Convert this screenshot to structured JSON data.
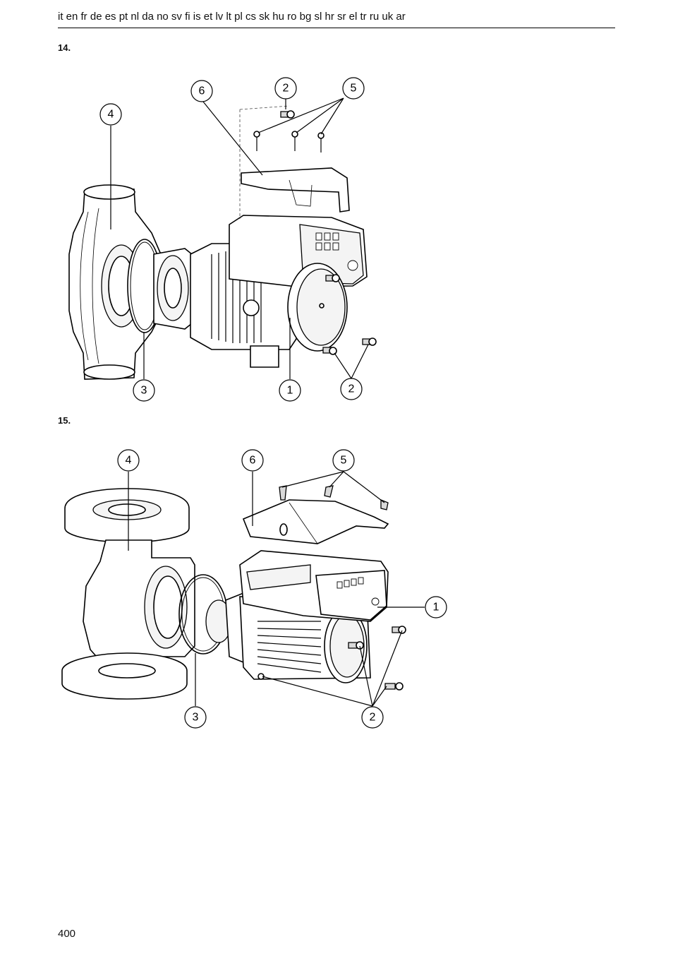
{
  "header": {
    "languages": "it en fr de es pt nl da no sv fi is et lv lt pl cs sk hu ro bg sl hr sr el tr ru uk ar"
  },
  "figures": [
    {
      "label": "14.",
      "callouts": [
        "1",
        "2",
        "2",
        "3",
        "4",
        "5",
        "6"
      ]
    },
    {
      "label": "15.",
      "callouts": [
        "1",
        "2",
        "3",
        "4",
        "5",
        "6"
      ]
    }
  ],
  "footer": {
    "page_number": "400"
  }
}
